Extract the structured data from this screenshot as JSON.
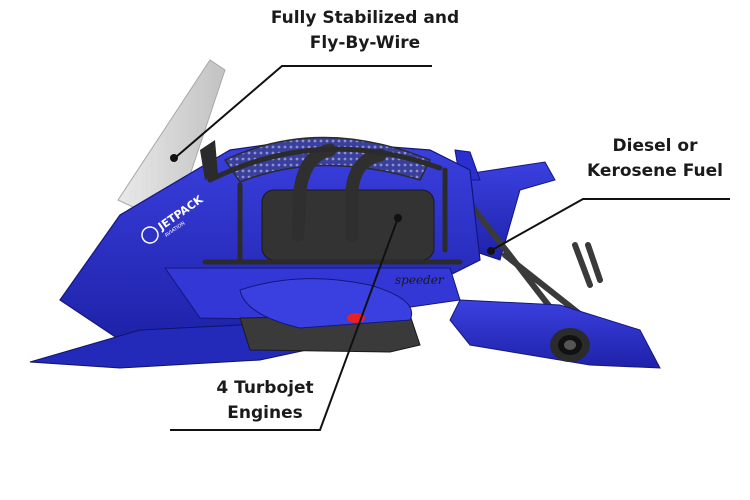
{
  "callouts": {
    "stabilized": {
      "line1": "Fully Stabilized and",
      "line2": "Fly-By-Wire"
    },
    "fuel": {
      "line1": "Diesel or",
      "line2": "Kerosene Fuel"
    },
    "engines": {
      "line1": "4 Turbojet",
      "line2": "Engines"
    }
  },
  "vehicle": {
    "logo_text": "JETPACK",
    "logo_subtext": "AVIATION",
    "model_text": "speeder",
    "body_color": "#2a2fd0",
    "body_dark_color": "#1a1e8a",
    "frame_color": "#2b2b2b"
  }
}
